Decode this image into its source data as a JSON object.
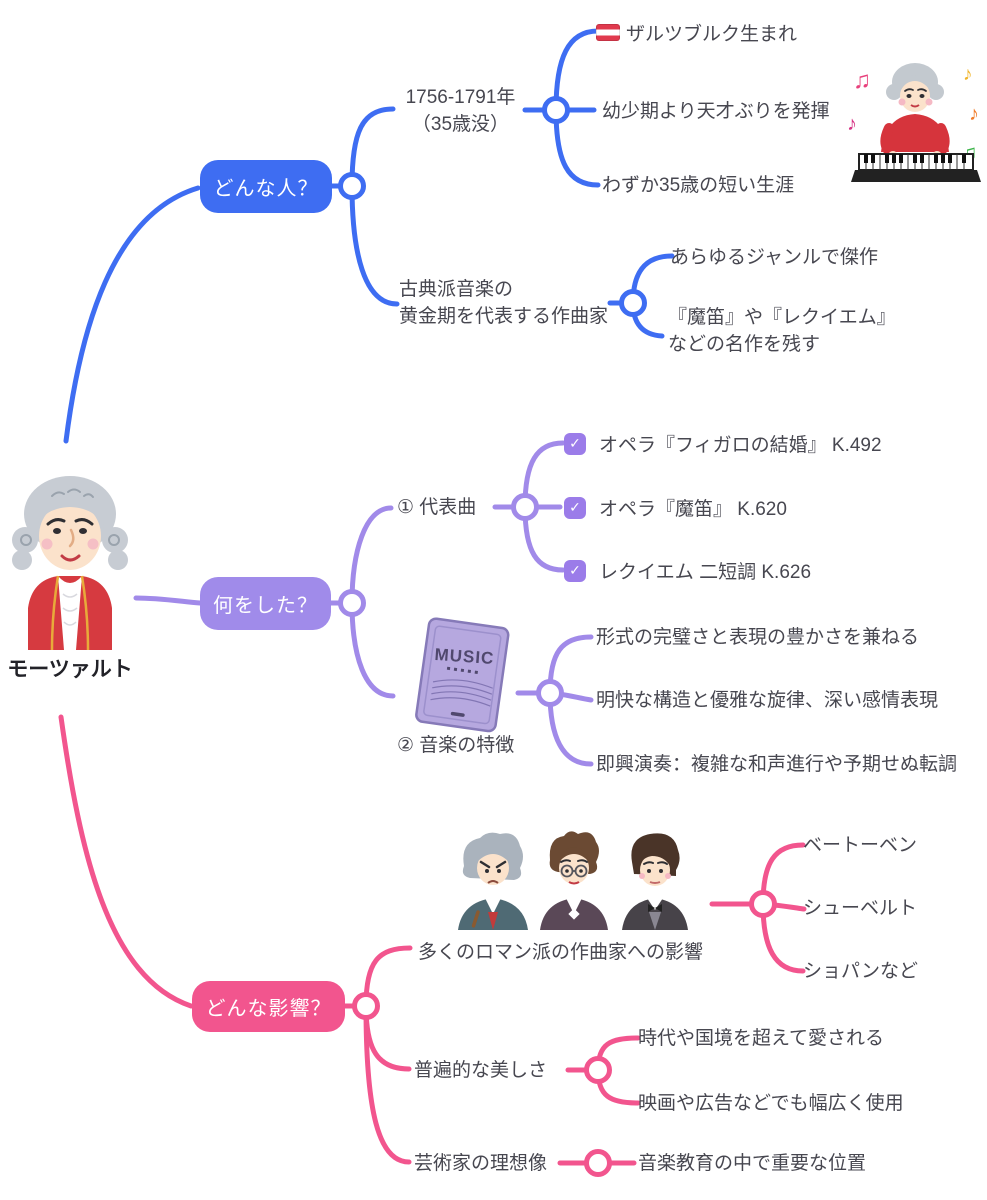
{
  "root": {
    "label": "モーツァルト"
  },
  "who": {
    "label": "どんな人？",
    "life": {
      "label": "1756-1791年\n（35歳没）",
      "items": [
        "ザルツブルク生まれ",
        "幼少期より天才ぶりを発揮",
        "わずか35歳の短い生涯"
      ]
    },
    "composer": {
      "label": "古典派音楽の\n黄金期を代表する作曲家",
      "items": [
        "あらゆるジャンルで傑作",
        "『魔笛』や『レクイエム』\nなどの名作を残す"
      ]
    }
  },
  "what": {
    "label": "何をした？",
    "works": {
      "label": "① 代表曲",
      "items": [
        "オペラ『フィガロの結婚』 K.492",
        "オペラ『魔笛』 K.620",
        "レクイエム 二短調 K.626"
      ]
    },
    "features": {
      "label": "② 音楽の特徴",
      "book_text": "MUSIC",
      "items": [
        "形式の完璧さと表現の豊かさを兼ねる",
        "明快な構造と優雅な旋律、深い感情表現",
        "即興演奏：複雑な和声進行や予期せぬ転調"
      ]
    }
  },
  "influence": {
    "label": "どんな影響？",
    "romantic": {
      "label": "多くのロマン派の作曲家への影響",
      "items": [
        "ベートーベン",
        "シューベルト",
        "ショパンなど"
      ]
    },
    "beauty": {
      "label": "普遍的な美しさ",
      "items": [
        "時代や国境を超えて愛される",
        "映画や広告などでも幅広く使用"
      ]
    },
    "ideal": {
      "label": "芸術家の理想像",
      "items": [
        "音楽教育の中で重要な位置"
      ]
    }
  },
  "icons": {
    "flag": "austria-flag-icon",
    "check_glyph": "✓",
    "music_notes": "music-note-icon"
  },
  "colors": {
    "who_blue": "#3e6df2",
    "what_purple": "#a08bea",
    "influence_pink": "#f2558e",
    "checkbox_purple": "#9b7ce9",
    "text": "#474750"
  }
}
